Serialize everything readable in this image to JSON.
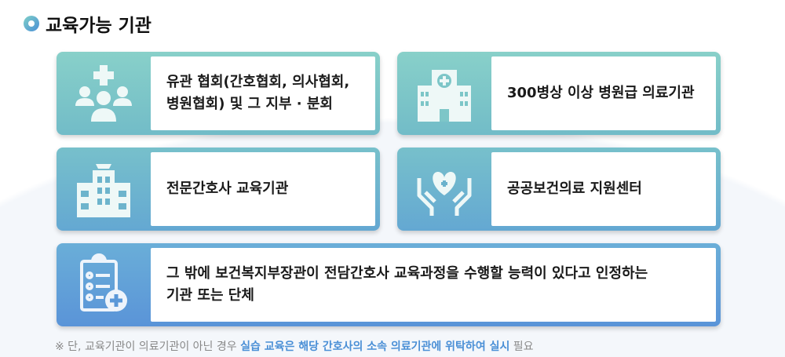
{
  "title": "교육가능 기관",
  "cards": [
    {
      "icon": "people-cross-icon",
      "line1": "유관 협회(간호협회, 의사협회,",
      "line2": "병원협회) 및 그 지부 · 분회"
    },
    {
      "icon": "hospital-icon",
      "line1": "300병상 이상 병원급 의료기관"
    },
    {
      "icon": "nurse-hospital-icon",
      "line1": "전문간호사 교육기관"
    },
    {
      "icon": "hands-heart-icon",
      "line1": "공공보건의료 지원센터"
    },
    {
      "icon": "clipboard-cross-icon",
      "line1": "그 밖에 보건복지부장관이 전담간호사 교육과정을 수행할 능력이 있다고 인정하는",
      "line2": "기관 또는 단체"
    }
  ],
  "note": {
    "prefix": "※ 단, 교육기관이 의료기관이 아닌 경우 ",
    "highlight": "실습 교육은 해당 간호사의 소속 의료기관에 위탁하여 실시",
    "suffix": " 필요"
  },
  "colors": {
    "accent": "#4a8fd6",
    "teal": "#88d0c9"
  }
}
